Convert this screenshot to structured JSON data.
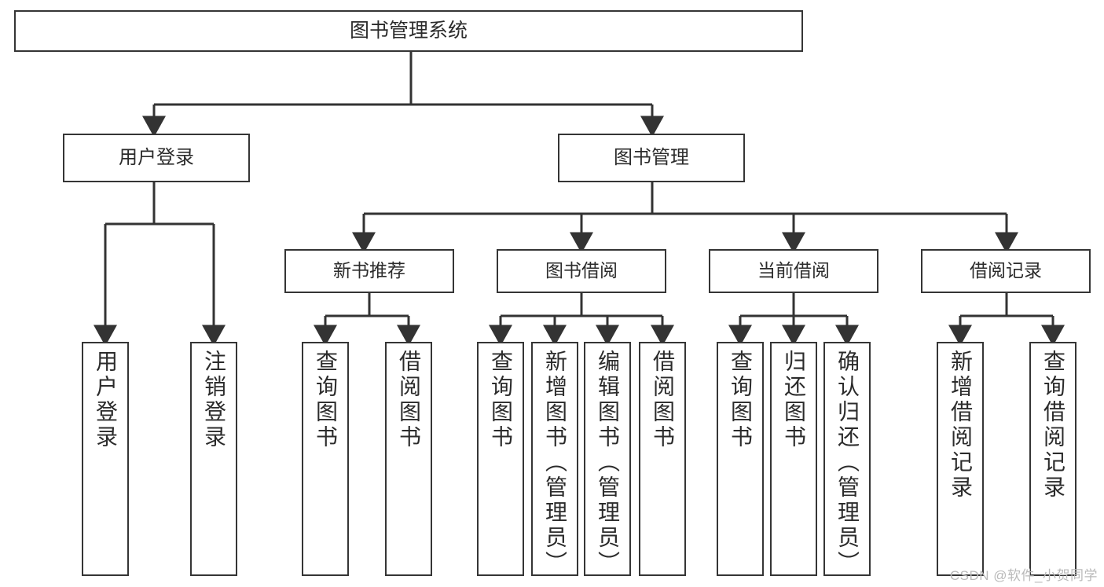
{
  "diagram": {
    "type": "tree-hierarchy",
    "title": "图书管理系统",
    "colors": {
      "box_border": "#353535",
      "box_fill": "#ffffff",
      "text": "#2b2b2b",
      "connector": "#333333",
      "watermark": "#b9b9b9"
    },
    "root": {
      "label": "图书管理系统"
    },
    "level2": [
      {
        "label": "用户登录"
      },
      {
        "label": "图书管理"
      }
    ],
    "level3": [
      {
        "label": "新书推荐"
      },
      {
        "label": "图书借阅"
      },
      {
        "label": "当前借阅"
      },
      {
        "label": "借阅记录"
      }
    ],
    "leaves": {
      "user_login": [
        {
          "label": "用户登录"
        },
        {
          "label": "注销登录"
        }
      ],
      "new_book_recommend": [
        {
          "label": "查询图书"
        },
        {
          "label": "借阅图书"
        }
      ],
      "book_borrow": [
        {
          "label": "查询图书"
        },
        {
          "label": "新增图书（管理员）"
        },
        {
          "label": "编辑图书（管理员）"
        },
        {
          "label": "借阅图书"
        }
      ],
      "current_borrow": [
        {
          "label": "查询图书"
        },
        {
          "label": "归还图书"
        },
        {
          "label": "确认归还（管理员）"
        }
      ],
      "borrow_record": [
        {
          "label": "新增借阅记录"
        },
        {
          "label": "查询借阅记录"
        }
      ]
    }
  },
  "watermark": {
    "text": "CSDN @软件_小贺同学"
  }
}
